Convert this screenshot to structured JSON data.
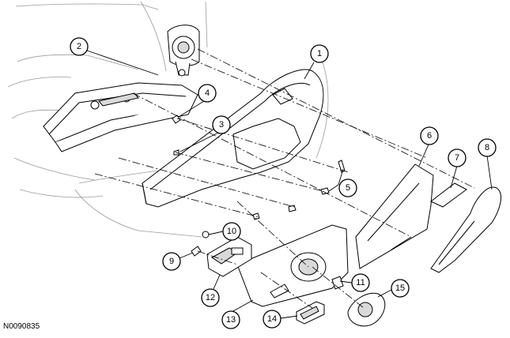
{
  "figure": {
    "reference_code": "N0090835",
    "callouts": [
      {
        "id": 1,
        "label": "1"
      },
      {
        "id": 2,
        "label": "2"
      },
      {
        "id": 3,
        "label": "3"
      },
      {
        "id": 4,
        "label": "4"
      },
      {
        "id": 5,
        "label": "5"
      },
      {
        "id": 6,
        "label": "6"
      },
      {
        "id": 7,
        "label": "7"
      },
      {
        "id": 8,
        "label": "8"
      },
      {
        "id": 9,
        "label": "9"
      },
      {
        "id": 10,
        "label": "10"
      },
      {
        "id": 11,
        "label": "11"
      },
      {
        "id": 12,
        "label": "12"
      },
      {
        "id": 13,
        "label": "13"
      },
      {
        "id": 14,
        "label": "14"
      },
      {
        "id": 15,
        "label": "15"
      }
    ]
  }
}
